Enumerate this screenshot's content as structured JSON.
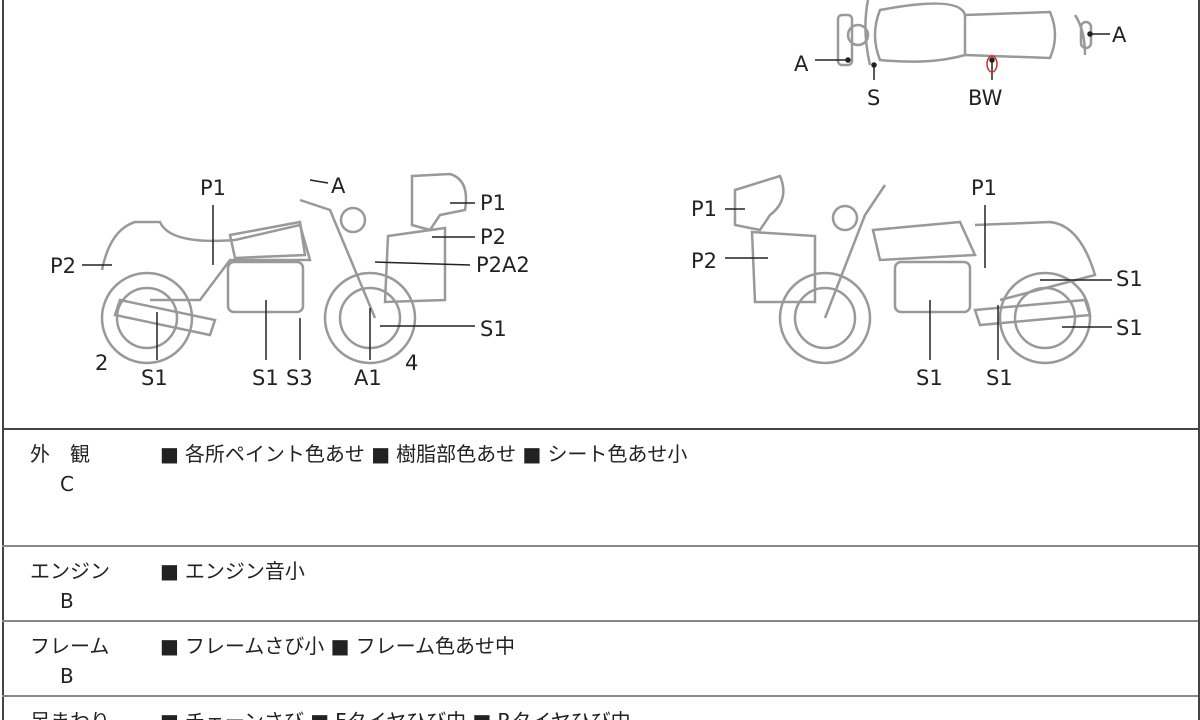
{
  "diagram": {
    "top_view_labels": [
      "A",
      "A",
      "S",
      "BW"
    ],
    "left_view_labels": [
      "P1",
      "A",
      "P1",
      "P2",
      "P2A2",
      "P2",
      "S1",
      "2",
      "S1",
      "S1",
      "S3",
      "A1",
      "4"
    ],
    "right_view_labels": [
      "P1",
      "P2",
      "P1",
      "S1",
      "S1",
      "S1",
      "S1"
    ],
    "highlight_color": "#d03030"
  },
  "sections": [
    {
      "category": "外　観",
      "grade": "C",
      "items": [
        "各所ペイント色あせ",
        "樹脂部色あせ",
        "シート色あせ小"
      ]
    },
    {
      "category": "エンジン",
      "grade": "B",
      "items": [
        "エンジン音小"
      ]
    },
    {
      "category": "フレーム",
      "grade": "B",
      "items": [
        "フレームさび小",
        "フレーム色あせ中"
      ]
    },
    {
      "category": "足まわり",
      "grade": "",
      "items": [
        "チェーンさび",
        "Fタイヤひび中",
        "Rタイヤひび中"
      ]
    }
  ],
  "bullet": "■"
}
